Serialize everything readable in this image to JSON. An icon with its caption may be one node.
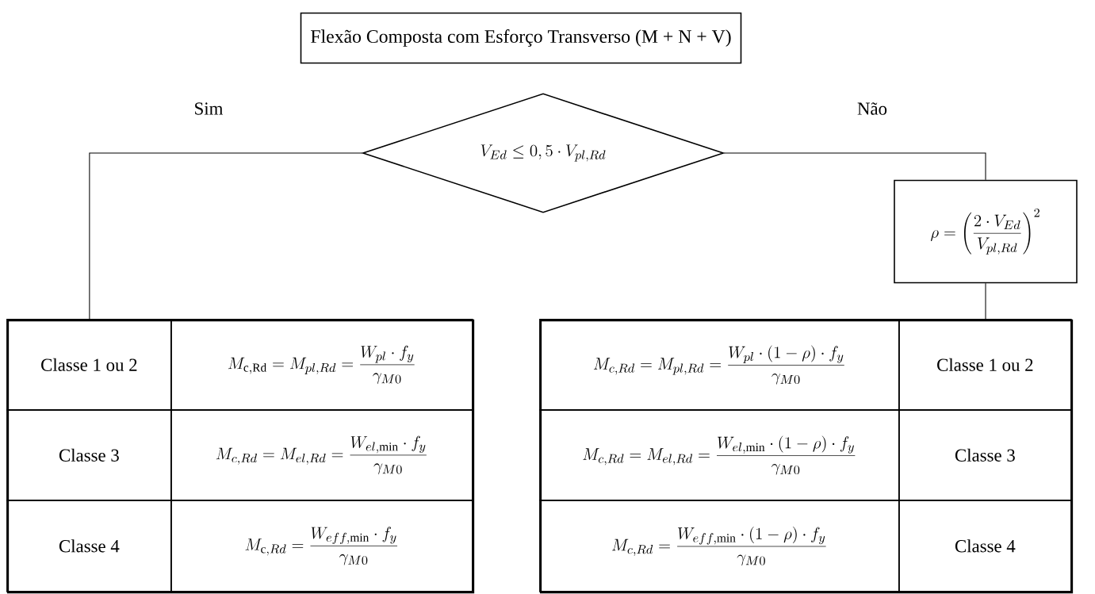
{
  "diagram": {
    "nodes": [
      {
        "text": [
          "Flexão Composta com Esforço Transverso (M + N + V)"
        ]
      },
      {
        "text": [
          "V_{Ed} \\le 0,5 \\cdot V_{pl,Rd}"
        ]
      },
      {
        "text": [
          "\\rho = \\left(\\frac{2\\cdot V_{Ed}}{V_{pl,Rd}}\\right)^{2}"
        ]
      },
      {
        "text": [],
        "shape": "box"
      },
      {
        "text": [
          "Classe 1 ou 2"
        ],
        "in": 3
      },
      {
        "text": [
          "M_{\\mathrm{c,Rd}} = M_{pl,Rd} = \\frac{W_{pl}\\cdot f_{y}}{\\gamma_{M0}}"
        ],
        "in": 3
      },
      {
        "text": [
          "Classe 3"
        ],
        "in": 3
      },
      {
        "text": [
          "M_{c,Rd} = M_{el,Rd} = \\frac{W_{el,\\mathrm{min}}\\cdot f_{y}}{\\gamma_{M0}}"
        ],
        "in": 3
      },
      {
        "text": [
          "Classe 4"
        ],
        "in": 3
      },
      {
        "text": [
          "M_{\\mathrm{c},Rd} = \\frac{W_{eff,\\mathrm{min}}\\cdot f_{y}}{\\gamma_{M0}}"
        ],
        "in": 3
      },
      {
        "text": [],
        "shape": "box"
      },
      {
        "text": [
          "M_{c,Rd} = M_{pl,Rd} = \\frac{W_{pl}\\cdot(1-\\rho)\\cdot f_{y}}{\\gamma_{M0}}"
        ],
        "in": 10
      },
      {
        "text": [
          "Classe 1 ou 2"
        ],
        "in": 10
      },
      {
        "text": [
          "M_{c,Rd} = M_{el,Rd} = \\frac{W_{el,\\mathrm{min}}\\cdot(1-\\rho)\\cdot f_{y}}{\\gamma_{M0}}"
        ],
        "in": 10
      },
      {
        "text": [
          "Classe 3"
        ],
        "in": 10
      },
      {
        "text": [
          "M_{c,Rd} = \\frac{W_{eff,\\mathrm{min}}\\cdot(1-\\rho)\\cdot f_{y}}{\\gamma_{M0}}"
        ],
        "in": 10
      },
      {
        "text": [
          "Classe 4"
        ],
        "in": 10
      }
    ],
    "edges": [
      {
        "from": 1,
        "to": 3,
        "arrow": "none",
        "label": "Sim"
      },
      {
        "from": 1,
        "to": 2,
        "arrow": "none",
        "label": "Não"
      },
      {
        "from": 2,
        "to": 10,
        "arrow": "none"
      }
    ]
  }
}
